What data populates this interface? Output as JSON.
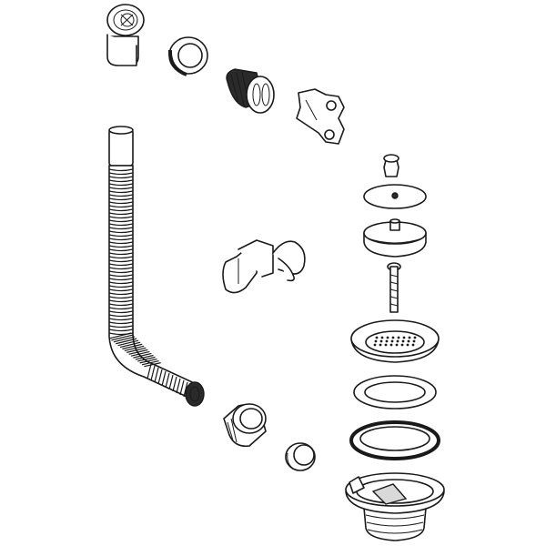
{
  "diagram": {
    "background": "#ffffff",
    "line_color": "#1a1a1a",
    "fill_dark": "#2a2a2a",
    "parts": [
      {
        "id": "overflow-elbow",
        "icon": "elbow-fitting-icon"
      },
      {
        "id": "overflow-gasket",
        "icon": "ring-gasket-icon"
      },
      {
        "id": "overflow-rose",
        "icon": "overflow-rose-icon"
      },
      {
        "id": "mounting-bracket",
        "icon": "bracket-icon"
      },
      {
        "id": "corrugated-hose",
        "icon": "flexible-hose-icon"
      },
      {
        "id": "hose-clip",
        "icon": "clip-icon"
      },
      {
        "id": "plug-knob",
        "icon": "knob-icon"
      },
      {
        "id": "plug-cover-disc",
        "icon": "disc-icon"
      },
      {
        "id": "plug",
        "icon": "plug-icon"
      },
      {
        "id": "screw",
        "icon": "screw-icon"
      },
      {
        "id": "strainer-grate",
        "icon": "strainer-icon"
      },
      {
        "id": "flat-washer",
        "icon": "washer-icon"
      },
      {
        "id": "rubber-seal",
        "icon": "seal-ring-icon"
      },
      {
        "id": "waste-body",
        "icon": "waste-outlet-icon"
      },
      {
        "id": "union-nut",
        "icon": "nut-icon"
      },
      {
        "id": "slip-ring",
        "icon": "slip-ring-icon"
      }
    ]
  }
}
